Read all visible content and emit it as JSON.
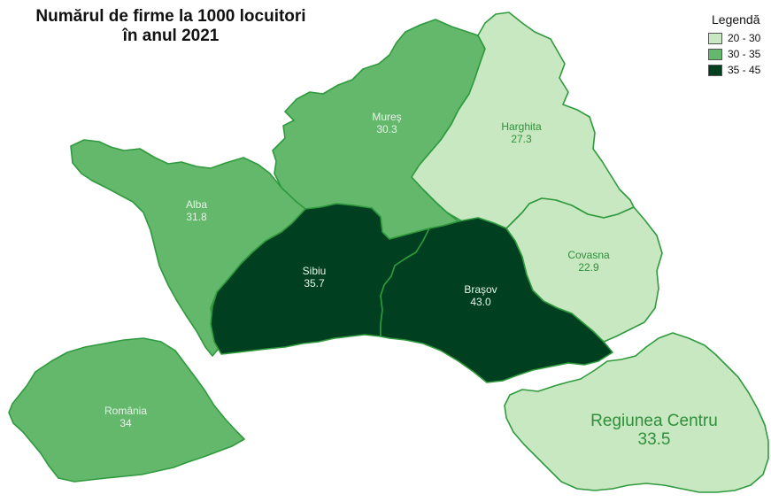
{
  "title": {
    "line1": "Numărul de firme la 1000 locuitori",
    "line2": "în anul 2021"
  },
  "legend": {
    "title": "Legendă",
    "items": [
      {
        "label": "20 - 30",
        "color": "#c8e8c2"
      },
      {
        "label": "30 - 35",
        "color": "#63b86c"
      },
      {
        "label": "35 - 45",
        "color": "#003f1f"
      }
    ]
  },
  "regions": [
    {
      "id": "alba",
      "name": "Alba",
      "value": "31.8",
      "class": "30 - 35"
    },
    {
      "id": "mures",
      "name": "Mureş",
      "value": "30.3",
      "class": "30 - 35"
    },
    {
      "id": "harghita",
      "name": "Harghita",
      "value": "27.3",
      "class": "20 - 30"
    },
    {
      "id": "sibiu",
      "name": "Sibiu",
      "value": "35.7",
      "class": "35 - 45"
    },
    {
      "id": "brasov",
      "name": "Braşov",
      "value": "43.0",
      "class": "35 - 45"
    },
    {
      "id": "covasna",
      "name": "Covasna",
      "value": "22.9",
      "class": "20 - 30"
    },
    {
      "id": "romania",
      "name": "România",
      "value": "34",
      "class": "30 - 35"
    },
    {
      "id": "regiunea-centru",
      "name": "Regiunea Centru",
      "value": "33.5",
      "class": "20 - 30"
    }
  ],
  "colors": {
    "light": "#c8e8c2",
    "medium": "#63b86c",
    "dark": "#003f1f",
    "border": "#2f9a3d",
    "label_on_dark": "#e8f5e8",
    "label_on_light": "#2f8f3a"
  }
}
